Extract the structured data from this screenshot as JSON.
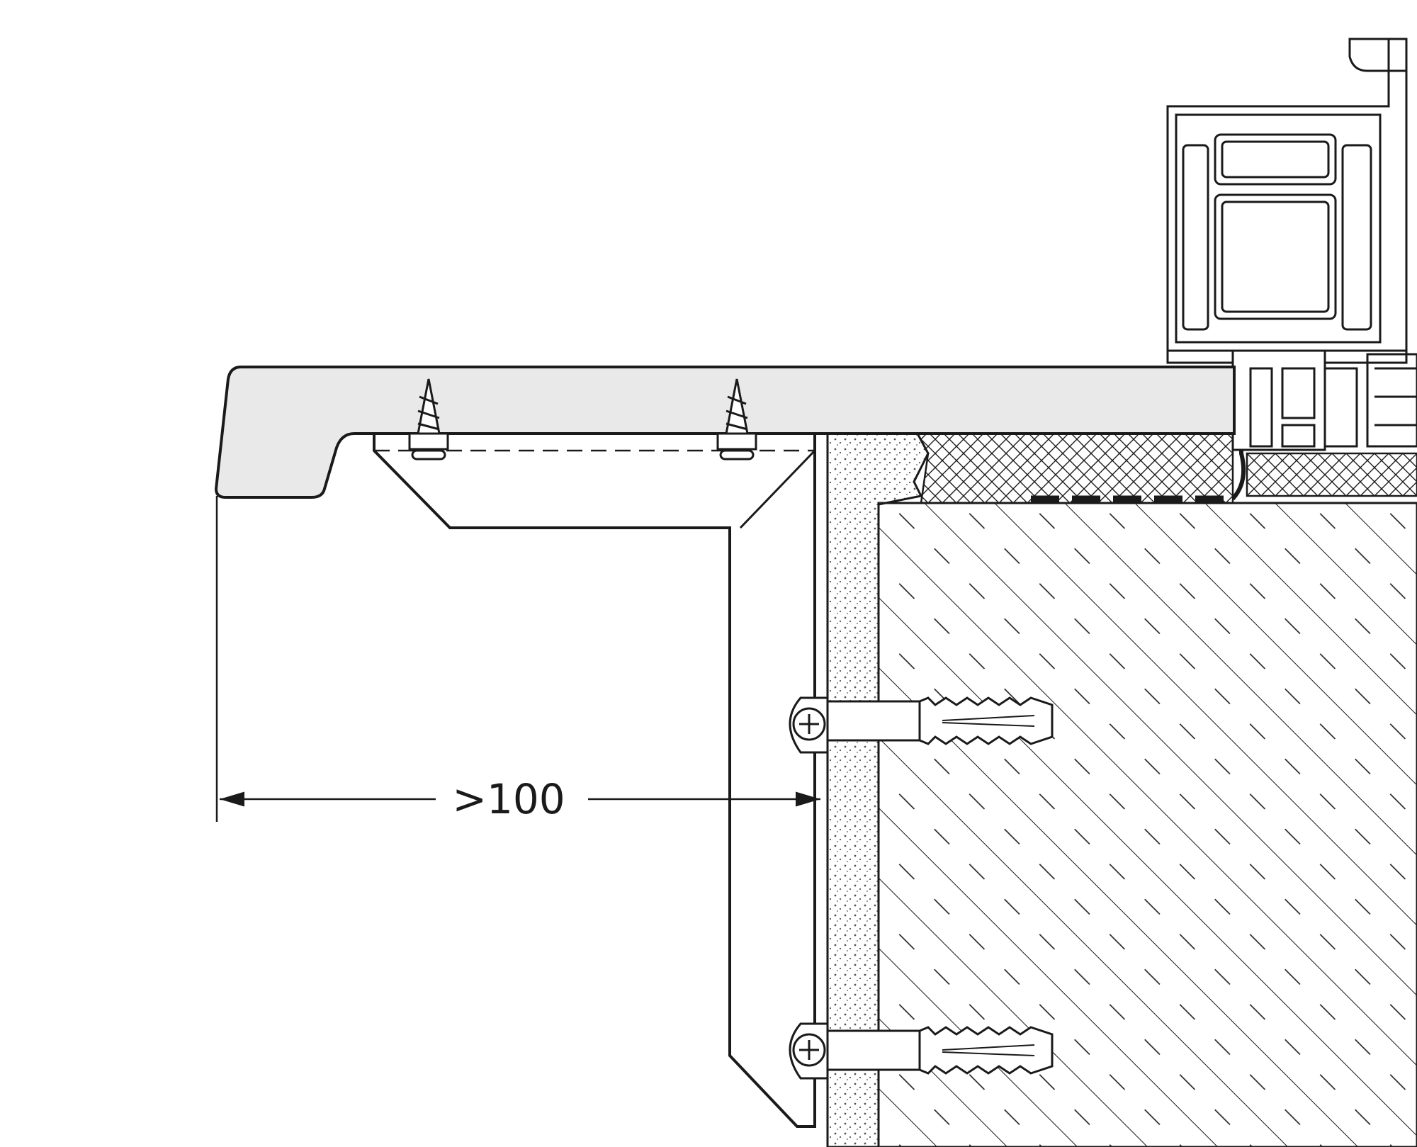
{
  "dimension": {
    "label": ">100",
    "unit": ""
  },
  "colors": {
    "stroke": "#1a1a1a",
    "sill_fill": "#e9e9e9",
    "background": "#ffffff",
    "plaster_dots": "#555555"
  },
  "components": [
    "window-sill-board",
    "wood-screw",
    "mounting-bracket",
    "plaster-layer",
    "insulation",
    "masonry-wall",
    "wall-anchor-plug",
    "pvc-window-frame",
    "sealing-tape"
  ]
}
